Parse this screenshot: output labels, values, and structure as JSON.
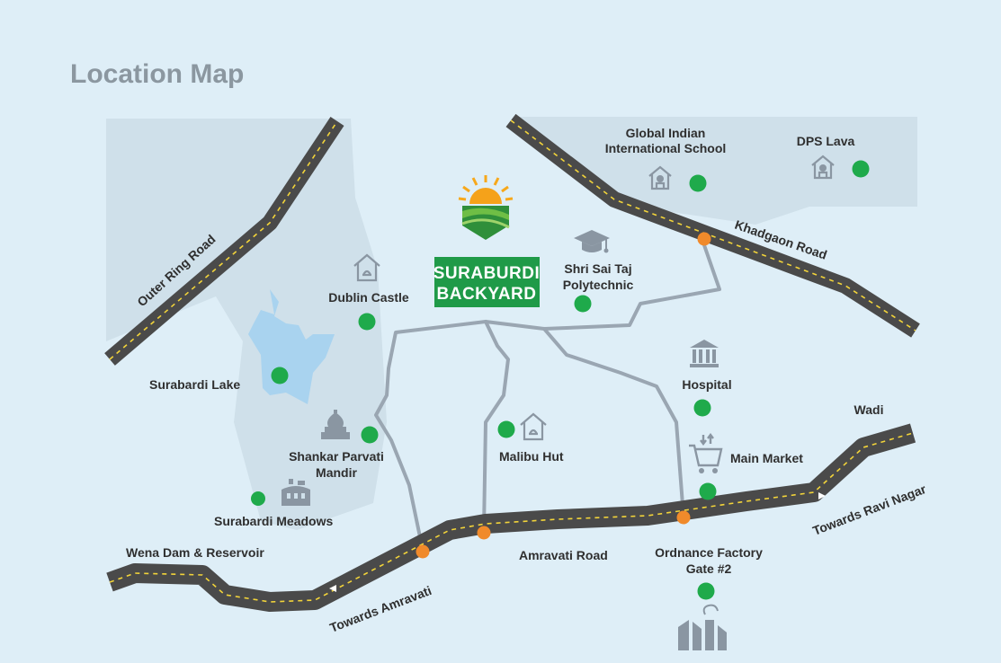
{
  "title": "Location Map",
  "brand": {
    "line1": "SURABURDI",
    "line2": "BACKYARD",
    "color": "#1f9a48"
  },
  "colors": {
    "background": "#deeef7",
    "zone": "#cfe0ea",
    "lake": "#a9d3ef",
    "road": "#4a4a4a",
    "road_dash": "#f2d43a",
    "junction": "#f08a2b",
    "poi": "#1faa4b",
    "connector": "#9aa6b2"
  },
  "roads": {
    "outer_ring": "Outer Ring Road",
    "khadgaon": "Khadgaon Road",
    "amravati": "Amravati Road",
    "towards_amravati": "Towards Amravati",
    "towards_ravi": "Towards Ravi Nagar"
  },
  "places": {
    "global_school": [
      "Global Indian",
      "International School"
    ],
    "dps": "DPS Lava",
    "shri_sai": [
      "Shri Sai Taj",
      "Polytechnic"
    ],
    "dublin": "Dublin Castle",
    "lake": "Surabardi Lake",
    "hospital": "Hospital",
    "wadi": "Wadi",
    "main_market": "Main Market",
    "malibu": "Malibu Hut",
    "shankar": [
      "Shankar Parvati",
      "Mandir"
    ],
    "meadows": "Surabardi Meadows",
    "wena": "Wena Dam & Reservoir",
    "ordnance": [
      "Ordnance Factory",
      "Gate #2"
    ]
  },
  "icons": [
    "school-icon",
    "school-icon",
    "graduation-cap-icon",
    "house-icon",
    "house-icon",
    "bank-icon",
    "temple-icon",
    "shopping-cart-icon",
    "cottage-icon",
    "factory-icon",
    "sunrise-farm-logo-icon"
  ]
}
